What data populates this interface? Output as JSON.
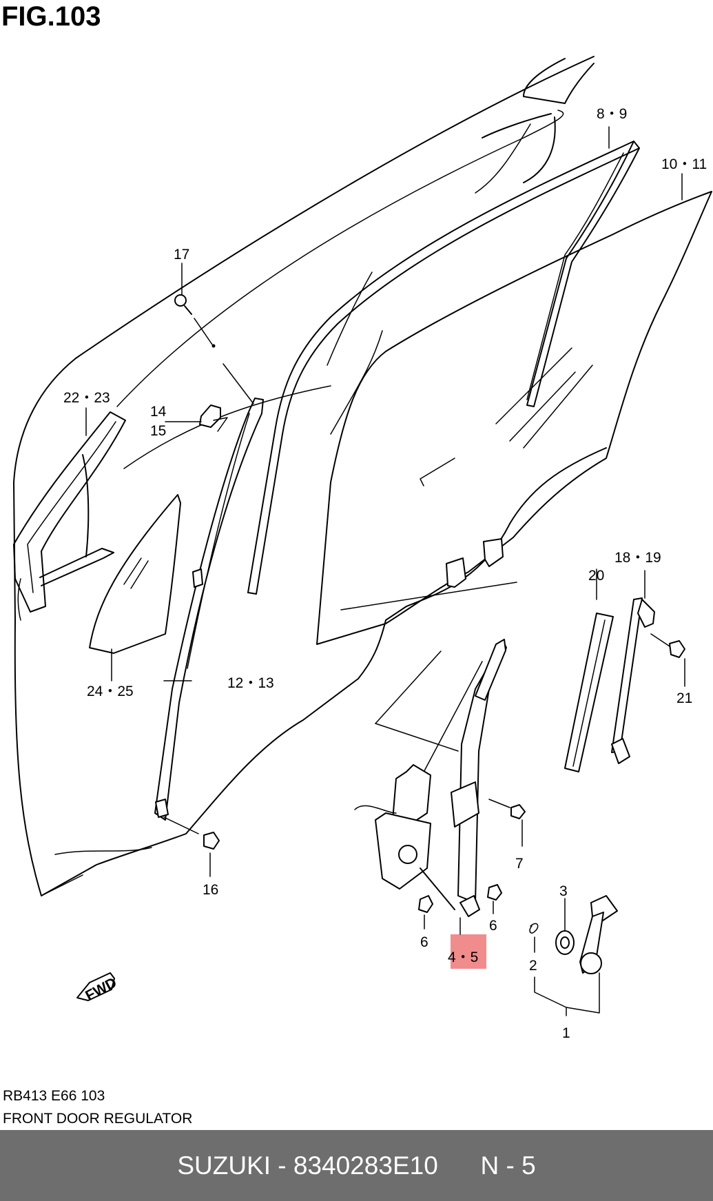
{
  "figure": {
    "title": "FIG.103"
  },
  "callouts": {
    "c1": "1",
    "c2": "2",
    "c3": "3",
    "c4_5": "4・5",
    "c6a": "6",
    "c6b": "6",
    "c7": "7",
    "c8_9": "8・9",
    "c10_11": "10・11",
    "c12_13": "12・13",
    "c14": "14",
    "c15": "15",
    "c16": "16",
    "c17": "17",
    "c18_19": "18・19",
    "c20": "20",
    "c21": "21",
    "c22_23": "22・23",
    "c24_25": "24・25"
  },
  "fwd_label": "FWD",
  "caption": {
    "code": "RB413 E66 103",
    "name": "FRONT DOOR REGULATOR"
  },
  "footer": {
    "brand": "SUZUKI - 8340283E10",
    "page": "N - 5"
  },
  "colors": {
    "highlight": "#f08080",
    "footer_bg": "#6e6e6e",
    "footer_text": "#ffffff"
  }
}
